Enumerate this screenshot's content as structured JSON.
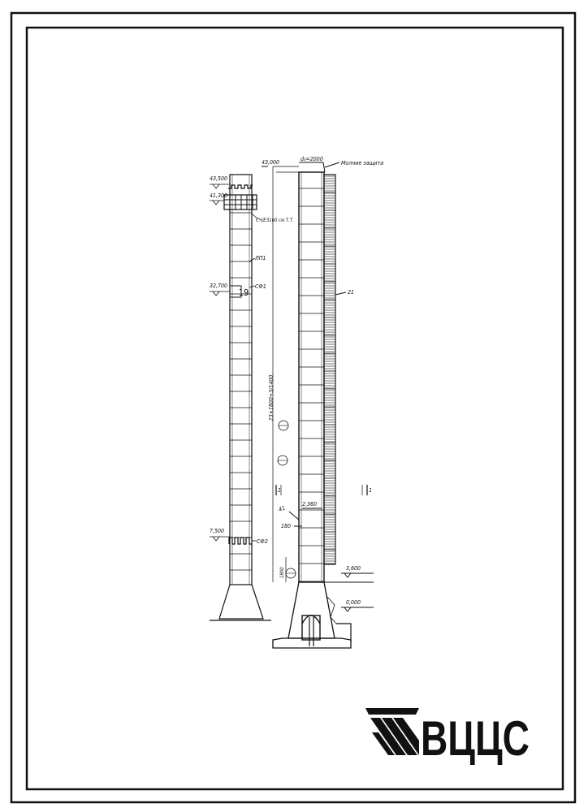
{
  "elevations": {
    "top_left": "43,500",
    "second_left": "41,300",
    "mid_left": "32,700",
    "low_left": "7,500",
    "top_right": "43,000",
    "ground_right": "3,600",
    "zero": "0,000"
  },
  "labels": {
    "diameter": "d₀=2000",
    "lightning": "Молние защита",
    "platform": "СЧ/ЕЗ160 см Т.Т.",
    "ladder": "ЛП1",
    "section_mark_top": "СФ1",
    "section_mark_bottom": "СФ2",
    "number_19": "19",
    "dimension_vertical": "23×1800+3/1400",
    "item_21": "21",
    "item_41": "41",
    "dim_2360": "2,360",
    "dim_180": "180",
    "cut_left": "1",
    "cut_right": "1",
    "small_vertical": "1800"
  },
  "stamp": {
    "logo_text": "ВЦЦС"
  }
}
